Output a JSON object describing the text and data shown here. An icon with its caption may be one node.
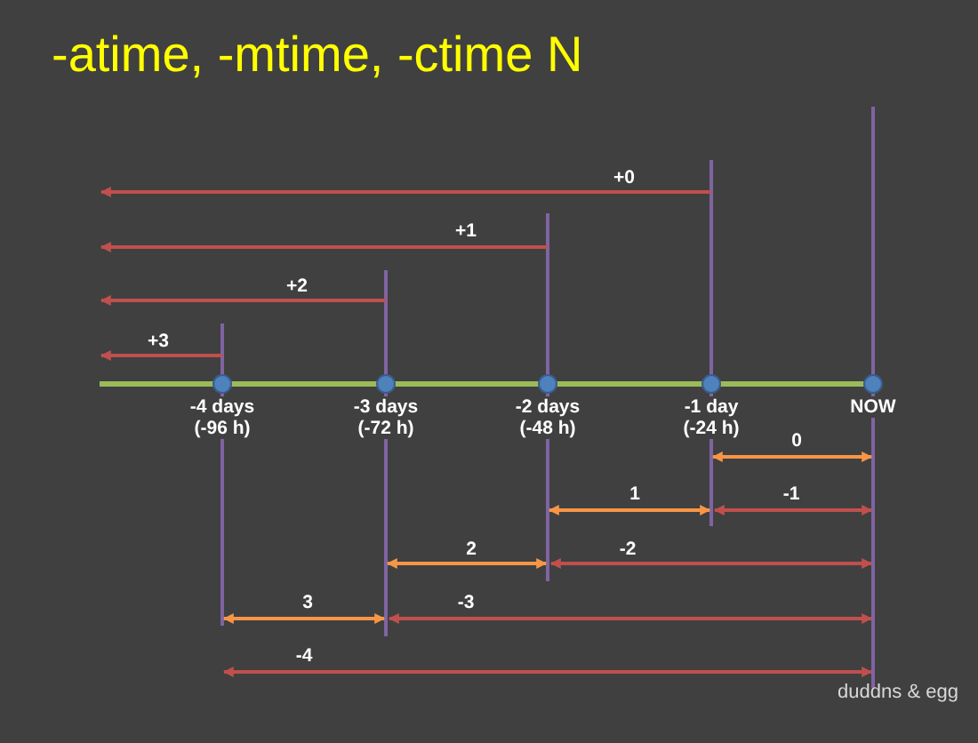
{
  "diagram": {
    "title": "-atime, -mtime, -ctime N",
    "labels": [
      "+0",
      "+1",
      "+2",
      "+3",
      "-4 days (-96 h)",
      "-3 days (-72 h)",
      "-2 days (-48 h)",
      "-1 day (-24 h)",
      "NOW",
      "0",
      "1",
      "-1",
      "2",
      "-2",
      "3",
      "-3",
      "-4",
      "duddns & egg"
    ]
  }
}
